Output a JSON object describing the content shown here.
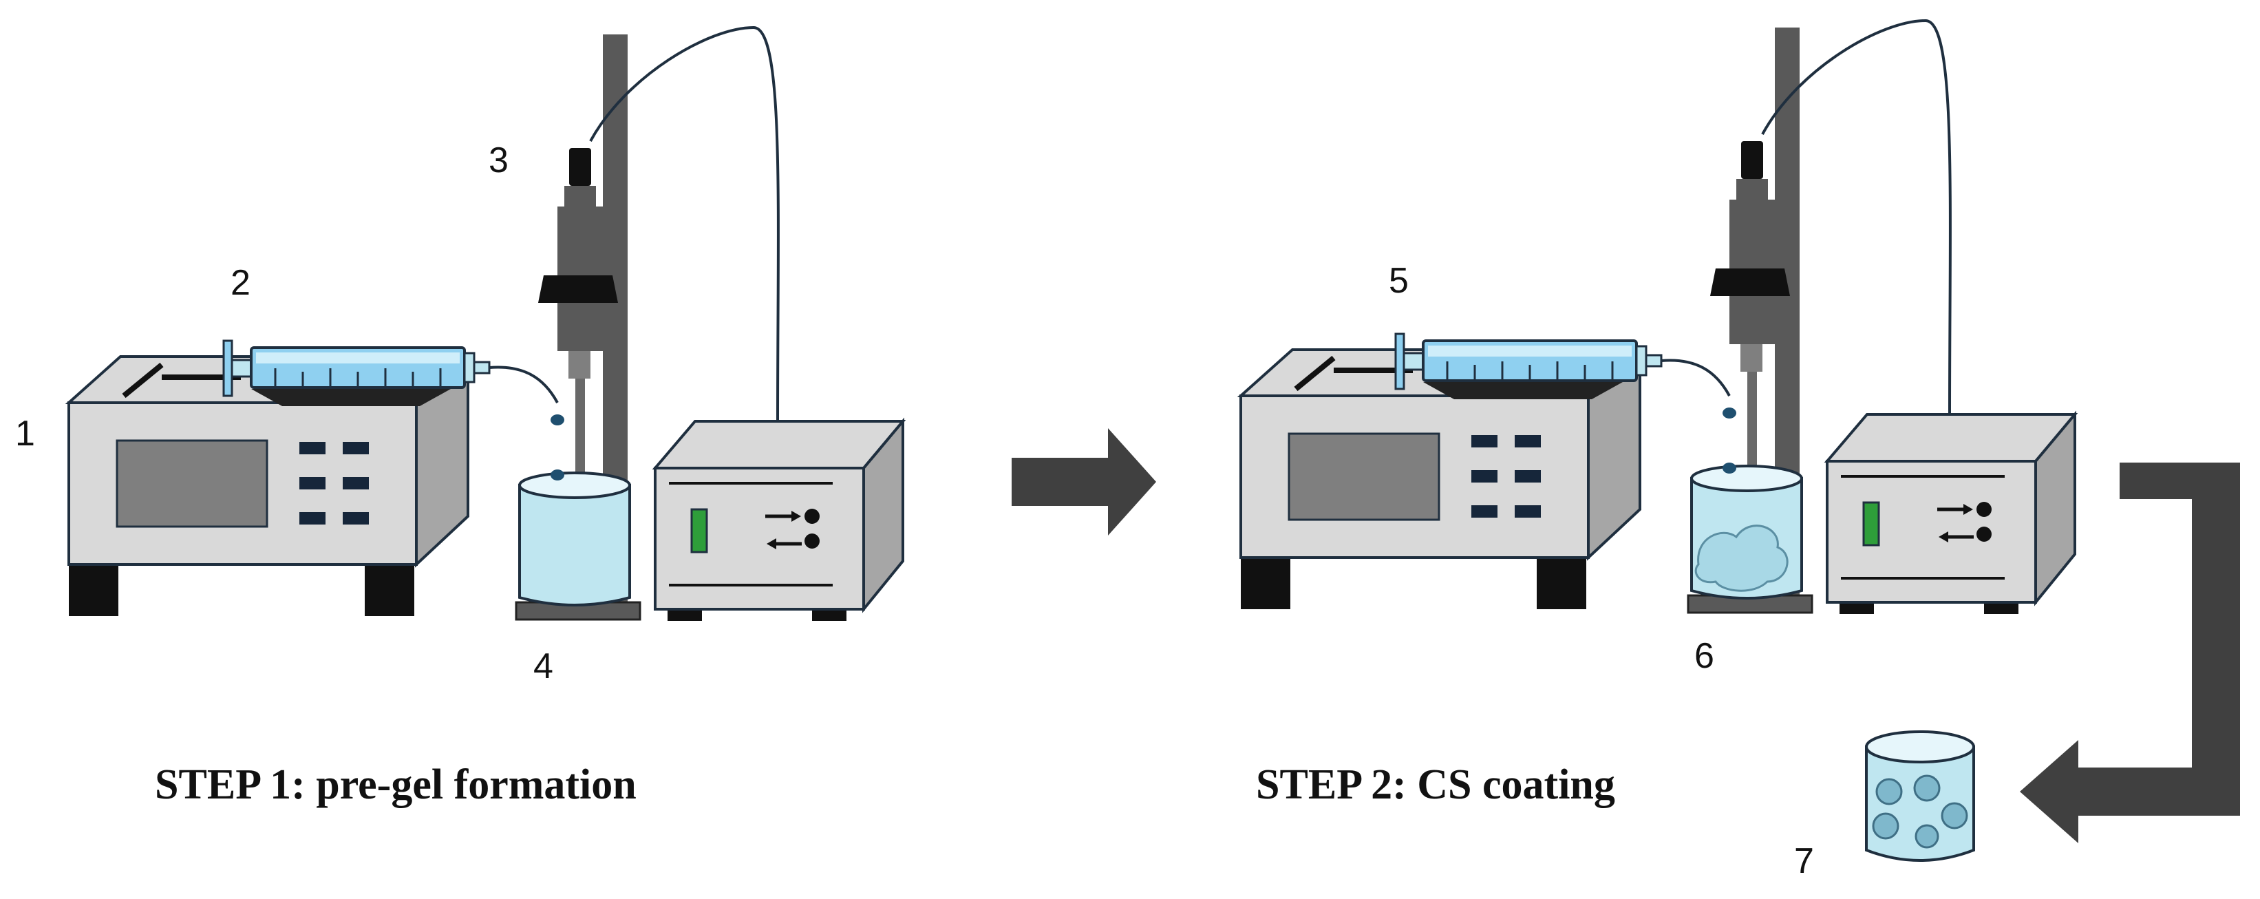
{
  "labels": {
    "n1": "1",
    "n2": "2",
    "n3": "3",
    "n4": "4",
    "n5": "5",
    "n6": "6",
    "n7": "7"
  },
  "steps": {
    "step1": "STEP 1: pre-gel formation",
    "step2": "STEP 2: CS coating"
  },
  "colors": {
    "device_gray": "#d9d9d9",
    "device_side": "#a6a6a6",
    "outline": "#1f2f3f",
    "dark_button": "#16263a",
    "screen": "#7f7f7f",
    "syringe_blue": "#8fd0f0",
    "liquid": "#bfe6f0",
    "stand": "#595959",
    "arrow": "#404040",
    "indicator_green": "#2e9e3a"
  },
  "icons": {
    "arrow_right": "arrow-right-icon",
    "arrow_left": "arrow-left-icon"
  }
}
